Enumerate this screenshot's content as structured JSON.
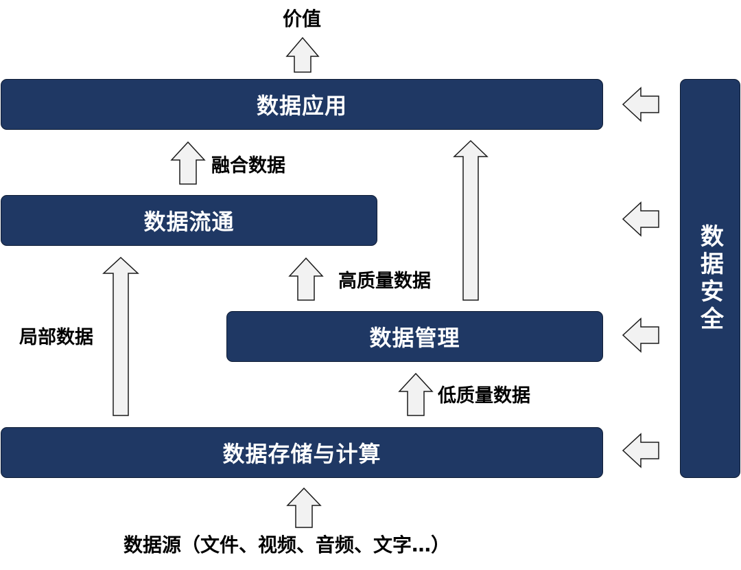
{
  "top_label": "价值",
  "boxes": {
    "application": "数据应用",
    "circulation": "数据流通",
    "management": "数据管理",
    "storage": "数据存储与计算",
    "security": "数据安全"
  },
  "flow_labels": {
    "fused": "融合数据",
    "high_quality": "高质量数据",
    "local": "局部数据",
    "low_quality": "低质量数据"
  },
  "source_label": "数据源（文件、视频、音频、文字…）",
  "colors": {
    "box_fill": "#1f3864",
    "box_text": "#ffffff",
    "arrow_fill": "#f2f2f2",
    "arrow_stroke": "#1a1a1a",
    "label_text": "#000000"
  }
}
